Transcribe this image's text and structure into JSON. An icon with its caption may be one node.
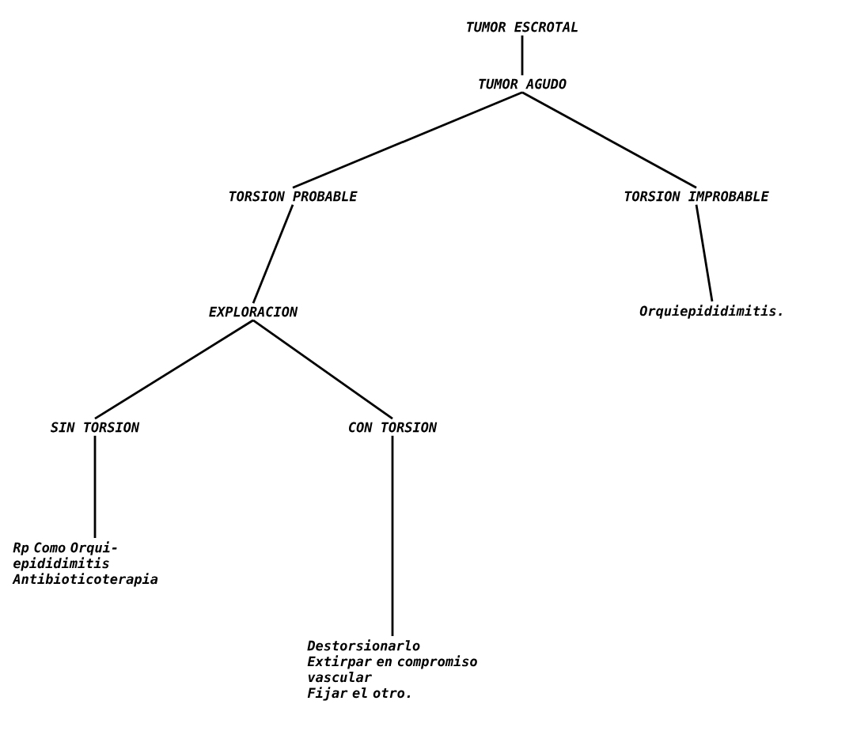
{
  "diagram": {
    "nodes": [
      {
        "text": [
          "TUMOR ESCROTAL"
        ]
      },
      {
        "text": [
          "TUMOR AGUDO"
        ]
      },
      {
        "text": [
          "TORSION PROBABLE"
        ]
      },
      {
        "text": [
          "TORSION IMPROBABLE"
        ]
      },
      {
        "text": [
          "EXPLORACION"
        ]
      },
      {
        "text": [
          "Orquiepididimitis."
        ]
      },
      {
        "text": [
          "SIN TORSION"
        ]
      },
      {
        "text": [
          "CON TORSION"
        ]
      },
      {
        "text": [
          "Rp Como Orqui-epididimitis",
          "Antibioticoterapia"
        ]
      },
      {
        "text": [
          "Destorsionarlo",
          "Extirpar en compromiso vascular",
          "Fijar el otro."
        ]
      }
    ],
    "edges": [
      {
        "from": 0,
        "to": 1,
        "arrow": "none"
      },
      {
        "from": 1,
        "to": 2,
        "arrow": "none"
      },
      {
        "from": 1,
        "to": 3,
        "arrow": "none"
      },
      {
        "from": 2,
        "to": 4,
        "arrow": "none"
      },
      {
        "from": 3,
        "to": 5,
        "arrow": "none"
      },
      {
        "from": 4,
        "to": 6,
        "arrow": "none"
      },
      {
        "from": 4,
        "to": 7,
        "arrow": "none"
      },
      {
        "from": 6,
        "to": 8,
        "arrow": "none"
      },
      {
        "from": 7,
        "to": 9,
        "arrow": "none"
      }
    ]
  }
}
